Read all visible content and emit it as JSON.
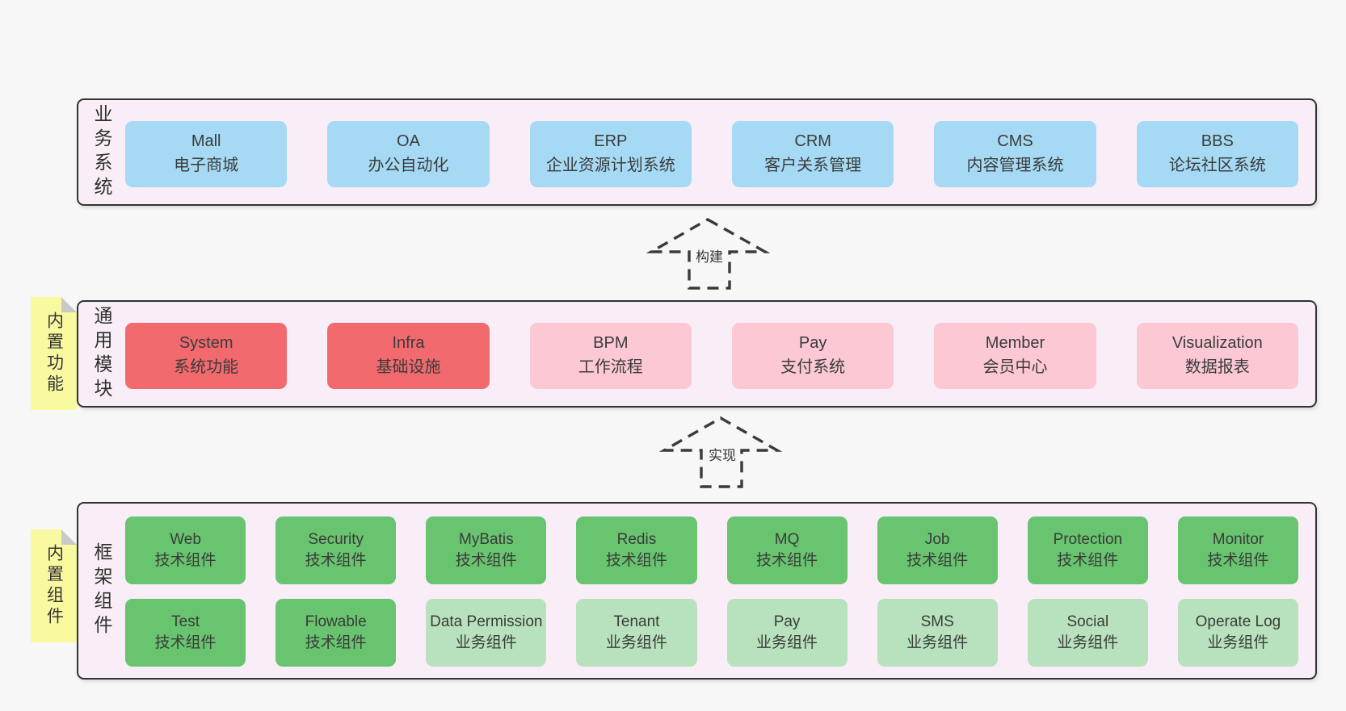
{
  "colors": {
    "page_bg": "#f7f7f7",
    "panel_bg": "#f9eef7",
    "panel_border": "#333333",
    "business_box_blue": "#a6daf4",
    "core_module_red": "#f26a6d",
    "optional_module_pink": "#fbc8d4",
    "technical_component_green": "#68c46e",
    "business_component_green_light": "#b8e2bd",
    "sticky_yellow": "#f9f9a0",
    "sticky_fold_gray": "#c9c9c9",
    "text": "#3b3b3b"
  },
  "arrows": [
    {
      "label": "构建"
    },
    {
      "label": "实现"
    }
  ],
  "bands": [
    {
      "label": "业务系统",
      "boxes": [
        {
          "name": "Mall",
          "desc": "电子商城",
          "variant": "blue"
        },
        {
          "name": "OA",
          "desc": "办公自动化",
          "variant": "blue"
        },
        {
          "name": "ERP",
          "desc": "企业资源计划系统",
          "variant": "blue"
        },
        {
          "name": "CRM",
          "desc": "客户关系管理",
          "variant": "blue"
        },
        {
          "name": "CMS",
          "desc": "内容管理系统",
          "variant": "blue"
        },
        {
          "name": "BBS",
          "desc": "论坛社区系统",
          "variant": "blue"
        }
      ]
    },
    {
      "label": "通用模块",
      "sticky": "内置功能",
      "boxes": [
        {
          "name": "System",
          "desc": "系统功能",
          "variant": "red"
        },
        {
          "name": "Infra",
          "desc": "基础设施",
          "variant": "red"
        },
        {
          "name": "BPM",
          "desc": "工作流程",
          "variant": "pink"
        },
        {
          "name": "Pay",
          "desc": "支付系统",
          "variant": "pink"
        },
        {
          "name": "Member",
          "desc": "会员中心",
          "variant": "pink"
        },
        {
          "name": "Visualization",
          "desc": "数据报表",
          "variant": "pink"
        }
      ]
    },
    {
      "label": "框架组件",
      "sticky": "内置组件",
      "rows": [
        [
          {
            "name": "Web",
            "desc": "技术组件",
            "variant": "green"
          },
          {
            "name": "Security",
            "desc": "技术组件",
            "variant": "green"
          },
          {
            "name": "MyBatis",
            "desc": "技术组件",
            "variant": "green"
          },
          {
            "name": "Redis",
            "desc": "技术组件",
            "variant": "green"
          },
          {
            "name": "MQ",
            "desc": "技术组件",
            "variant": "green"
          },
          {
            "name": "Job",
            "desc": "技术组件",
            "variant": "green"
          },
          {
            "name": "Protection",
            "desc": "技术组件",
            "variant": "green"
          },
          {
            "name": "Monitor",
            "desc": "技术组件",
            "variant": "green"
          }
        ],
        [
          {
            "name": "Test",
            "desc": "技术组件",
            "variant": "green"
          },
          {
            "name": "Flowable",
            "desc": "技术组件",
            "variant": "green"
          },
          {
            "name": "Data Permission",
            "desc": "业务组件",
            "variant": "green-light"
          },
          {
            "name": "Tenant",
            "desc": "业务组件",
            "variant": "green-light"
          },
          {
            "name": "Pay",
            "desc": "业务组件",
            "variant": "green-light"
          },
          {
            "name": "SMS",
            "desc": "业务组件",
            "variant": "green-light"
          },
          {
            "name": "Social",
            "desc": "业务组件",
            "variant": "green-light"
          },
          {
            "name": "Operate Log",
            "desc": "业务组件",
            "variant": "green-light"
          }
        ]
      ]
    }
  ]
}
